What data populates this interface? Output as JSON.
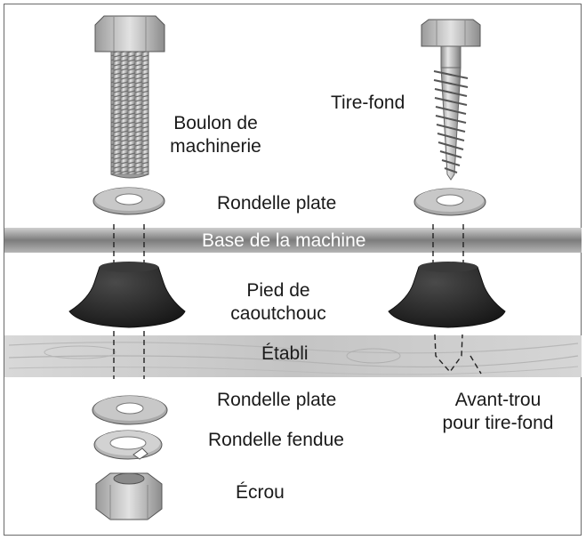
{
  "labels": {
    "machine_bolt": "Boulon de\nmachinerie",
    "lag_screw": "Tire-fond",
    "flat_washer_top": "Rondelle plate",
    "machine_base": "Base de la machine",
    "rubber_foot": "Pied de\ncaoutchouc",
    "workbench": "Établi",
    "flat_washer_bottom": "Rondelle plate",
    "pilot_hole": "Avant-trou\npour tire-fond",
    "split_washer": "Rondelle fendue",
    "nut": "Écrou"
  },
  "colors": {
    "base_band": "#8e8e8e",
    "bench_band": "#cfcfcf",
    "rubber": "#2a2a2a",
    "metal": "#b9b9b9"
  }
}
